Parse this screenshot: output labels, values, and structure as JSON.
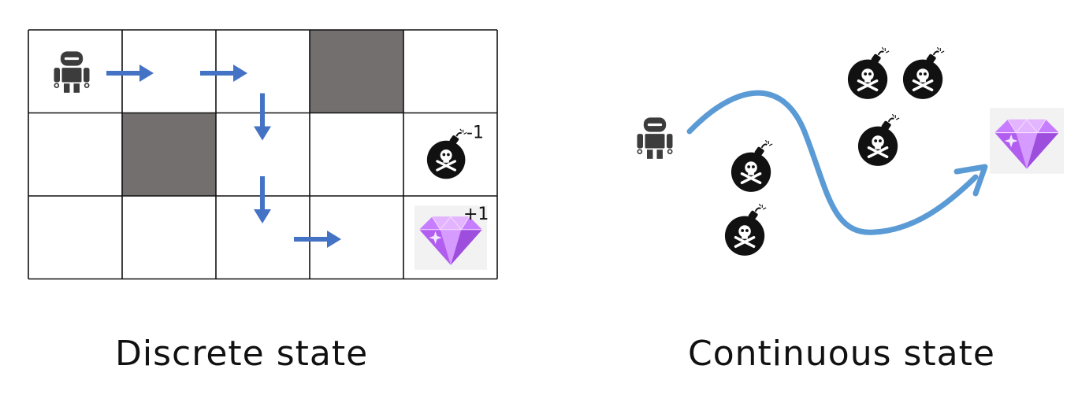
{
  "captions": {
    "discrete": "Discrete state",
    "continuous": "Continuous state"
  },
  "grid": {
    "rows": 3,
    "cols": 5,
    "walls": [
      [
        0,
        3
      ],
      [
        1,
        1
      ]
    ],
    "agent_cell": [
      0,
      0
    ],
    "bomb_cell": [
      1,
      4
    ],
    "gem_cell": [
      2,
      4
    ],
    "path_arrows": [
      {
        "cell": [
          0,
          1
        ],
        "dir": "right"
      },
      {
        "cell": [
          0,
          2
        ],
        "dir": "right"
      },
      {
        "cell": [
          1,
          2
        ],
        "dir": "down"
      },
      {
        "cell": [
          2,
          2
        ],
        "dir": "down"
      },
      {
        "cell": [
          2,
          3
        ],
        "dir": "right"
      }
    ]
  },
  "rewards": {
    "bomb": "-1",
    "gem": "+1"
  },
  "continuous": {
    "bomb_count": 5
  },
  "colors": {
    "wall": "#736f6e",
    "path_arrow": "#4472c4",
    "trajectory": "#5b9bd5",
    "robot": "#3c3c3c",
    "bomb": "#111111",
    "gem": "#c77dff"
  }
}
